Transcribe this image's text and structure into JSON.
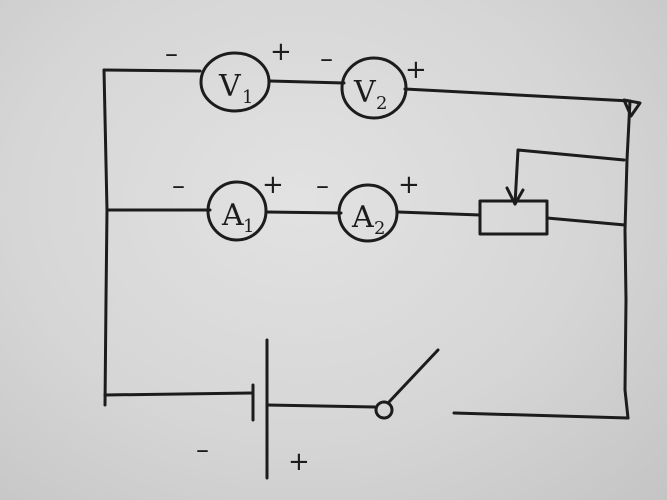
{
  "diagram": {
    "meters": [
      {
        "letter": "V",
        "subscript": "1",
        "neg": "–",
        "pos": "+"
      },
      {
        "letter": "V",
        "subscript": "2",
        "neg": "–",
        "pos": "+"
      },
      {
        "letter": "A",
        "subscript": "1",
        "neg": "–",
        "pos": "+"
      },
      {
        "letter": "A",
        "subscript": "2",
        "neg": "–",
        "pos": "+"
      }
    ],
    "battery": {
      "neg": "–",
      "pos": "+"
    }
  }
}
